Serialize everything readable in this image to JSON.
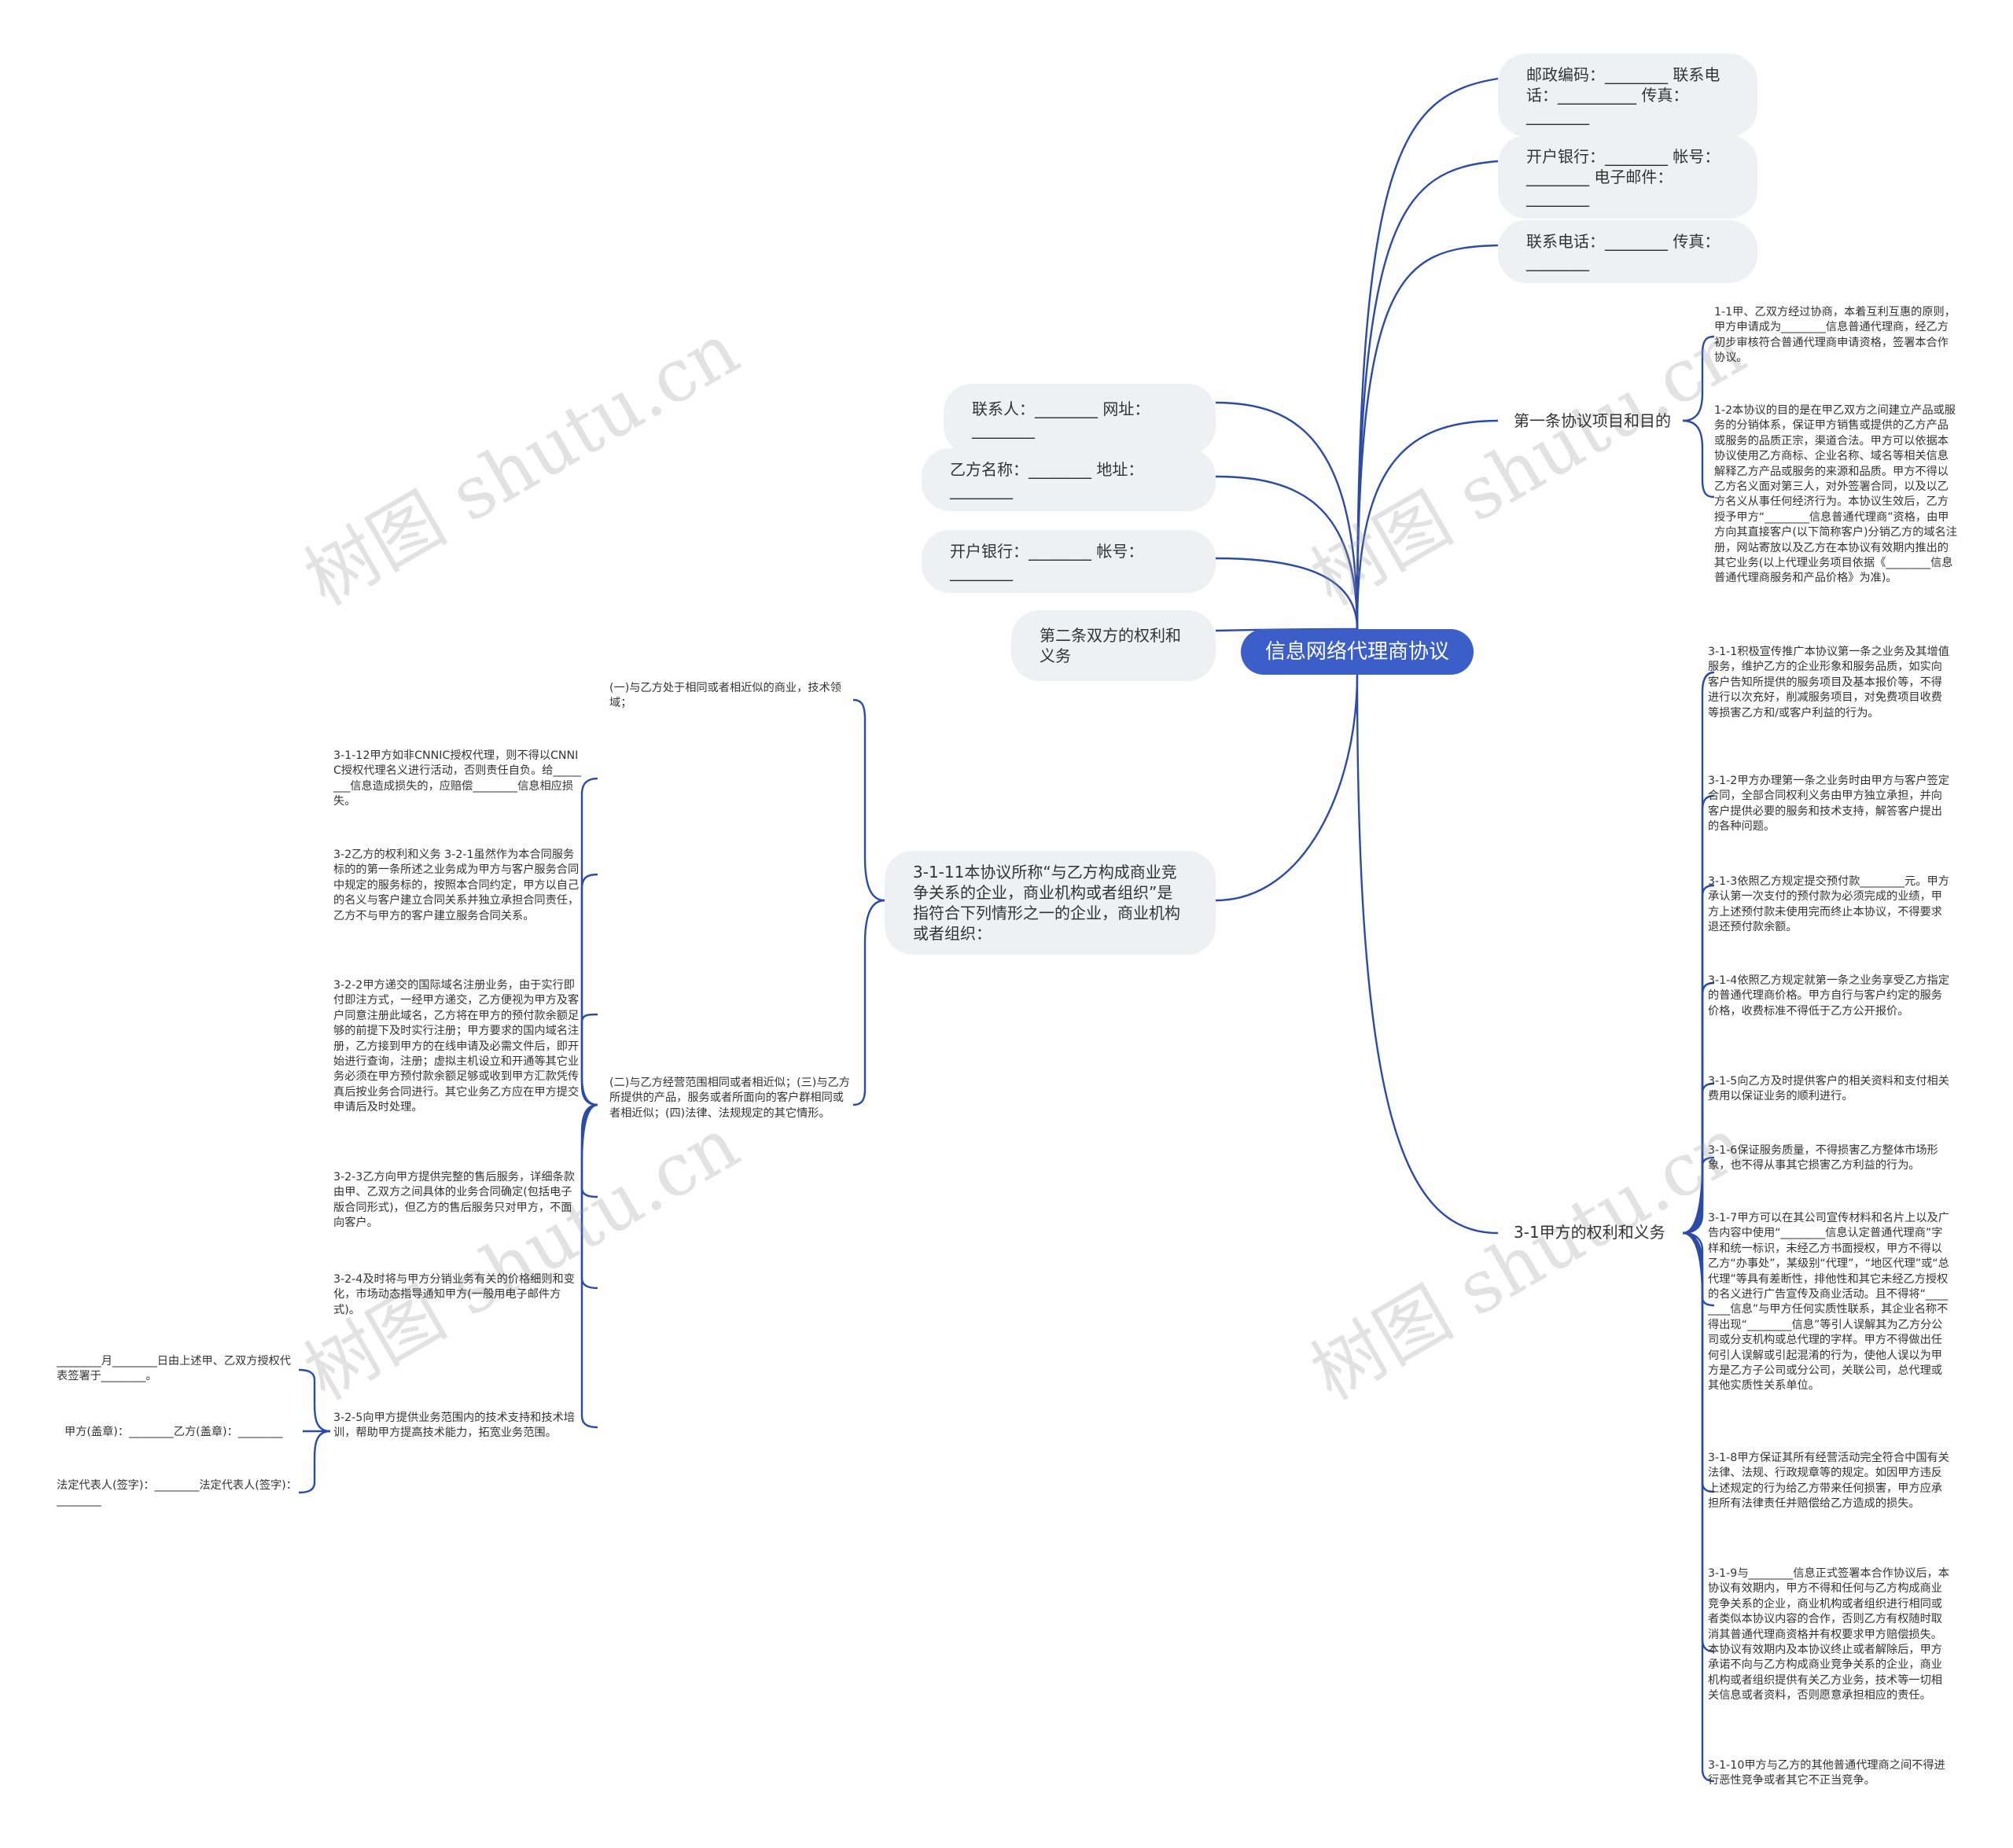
{
  "root": {
    "label": "信息网络代理商协议"
  },
  "contact_pills": [
    "邮政编码：________ 联系电话：__________ 传真：________",
    "开户银行：________ 帐号：________ 电子邮件：________",
    "联系电话：________ 传真：________"
  ],
  "left_pills": [
    "联系人：________ 网址：________",
    "乙方名称：________ 地址：________",
    "开户银行：________ 帐号：________",
    "第二条双方的权利和义务"
  ],
  "article1": {
    "label": "第一条协议项目和目的",
    "items": [
      "1-1甲、乙双方经过协商，本着互利互惠的原则，甲方申请成为________信息普通代理商，经乙方初步审核符合普通代理商申请资格，签署本合作协议。",
      "1-2本协议的目的是在甲乙双方之间建立产品或服务的分销体系，保证甲方销售或提供的乙方产品或服务的品质正宗，渠道合法。甲方可以依据本协议使用乙方商标、企业名称、域名等相关信息解释乙方产品或服务的来源和品质。甲方不得以乙方名义面对第三人，对外签署合同，以及以乙方名义从事任何经济行为。本协议生效后，乙方授予甲方“________信息普通代理商”资格，由甲方向其直接客户(以下简称客户)分销乙方的域名注册，网站寄放以及乙方在本协议有效期内推出的其它业务(以上代理业务项目依据《________信息普通代理商服务和产品价格》为准)。"
    ]
  },
  "rights_a": {
    "label": "3-1甲方的权利和义务",
    "items": [
      "3-1-1积极宣传推广本协议第一条之业务及其增值服务，维护乙方的企业形象和服务品质，如实向客户告知所提供的服务项目及基本报价等，不得进行以次充好，削减服务项目，对免费项目收费等损害乙方和/或客户利益的行为。",
      "3-1-2甲方办理第一条之业务时由甲方与客户签定合同，全部合同权利义务由甲方独立承担，并向客户提供必要的服务和技术支持，解答客户提出的各种问题。",
      "3-1-3依照乙方规定提交预付款________元。甲方承认第一次支付的预付款为必须完成的业绩，甲方上述预付款未使用完而终止本协议，不得要求退还预付款余额。",
      "3-1-4依照乙方规定就第一条之业务享受乙方指定的普通代理商价格。甲方自行与客户约定的服务价格，收费标准不得低于乙方公开报价。",
      "3-1-5向乙方及时提供客户的相关资料和支付相关费用以保证业务的顺利进行。",
      "3-1-6保证服务质量，不得损害乙方整体市场形象，也不得从事其它损害乙方利益的行为。",
      "3-1-7甲方可以在其公司宣传材料和名片上以及广告内容中使用“________信息认定普通代理商”字样和统一标识，未经乙方书面授权，甲方不得以乙方“办事处”，某级别“代理”，“地区代理”或“总代理”等具有差断性，排他性和其它未经乙方授权的名义进行广告宣传及商业活动。且不得将“________信息”与甲方任何实质性联系，其企业名称不得出现“________信息”等引人误解其为乙方分公司或分支机构或总代理的字样。甲方不得做出任何引人误解或引起混淆的行为，使他人误以为甲方是乙方子公司或分公司，关联公司，总代理或其他实质性关系单位。",
      "3-1-8甲方保证其所有经营活动完全符合中国有关法律、法规、行政规章等的规定。如因甲方违反上述规定的行为给乙方带来任何损害，甲方应承担所有法律责任并赔偿给乙方造成的损失。",
      "3-1-9与________信息正式签署本合作协议后，本协议有效期内，甲方不得和任何与乙方构成商业竞争关系的企业，商业机构或者组织进行相同或者类似本协议内容的合作，否则乙方有权随时取消其普通代理商资格并有权要求甲方赔偿损失。本协议有效期内及本协议终止或者解除后，甲方承诺不向与乙方构成商业竞争关系的企业，商业机构或者组织提供有关乙方业务，技术等一切相关信息或者资料，否则愿意承担相应的责任。",
      "3-1-10甲方与乙方的其他普通代理商之间不得进行恶性竞争或者其它不正当竞争。"
    ]
  },
  "clause_311": {
    "label": "3-1-11本协议所称“与乙方构成商业竞争关系的企业，商业机构或者组织”是指符合下列情形之一的企业，商业机构或者组织：",
    "items": [
      "(一)与乙方处于相同或者相近似的商业，技术领域；",
      "(二)与乙方经营范围相同或者相近似；(三)与乙方所提供的产品，服务或者所面向的客户群相同或者相近似；(四)法律、法规规定的其它情形。"
    ]
  },
  "sub_items": [
    "3-1-12甲方如非CNNIC授权代理，则不得以CNNIC授权代理名义进行活动，否则责任自负。给________信息造成损失的，应赔偿________信息相应损失。",
    "3-2乙方的权利和义务 3-2-1虽然作为本合同服务标的的第一条所述之业务成为甲方与客户服务合同中规定的服务标的，按照本合同约定，甲方以自己的名义与客户建立合同关系并独立承担合同责任，乙方不与甲方的客户建立服务合同关系。",
    "3-2-2甲方递交的国际域名注册业务，由于实行即付即注方式，一经甲方递交，乙方便视为甲方及客户同意注册此域名，乙方将在甲方的预付款余额足够的前提下及时实行注册；甲方要求的国内域名注册，乙方接到甲方的在线申请及必需文件后，即开始进行查询，注册；虚拟主机设立和开通等其它业务必须在甲方预付款余额足够或收到甲方汇款凭传真后按业务合同进行。其它业务乙方应在甲方提交申请后及时处理。",
    "3-2-3乙方向甲方提供完整的售后服务，详细条款由甲、乙双方之间具体的业务合同确定(包括电子版合同形式)，但乙方的售后服务只对甲方，不面向客户。",
    "3-2-4及时将与甲方分销业务有关的价格细则和变化，市场动态指导通知甲方(一般用电子邮件方式)。",
    "3-2-5向甲方提供业务范围内的技术支持和技术培训，帮助甲方提高技术能力，拓宽业务范围。"
  ],
  "signature_items": [
    "________月________日由上述甲、乙双方授权代表签署于________。",
    "甲方(盖章)：________乙方(盖章)：________",
    "法定代表人(签字)：________法定代表人(签字)：________"
  ],
  "watermark": "树图 shutu.cn",
  "colors": {
    "root_fill": "#3b5ec9",
    "link": "#2c4aa8",
    "pill_fill": "#eef0f4"
  }
}
